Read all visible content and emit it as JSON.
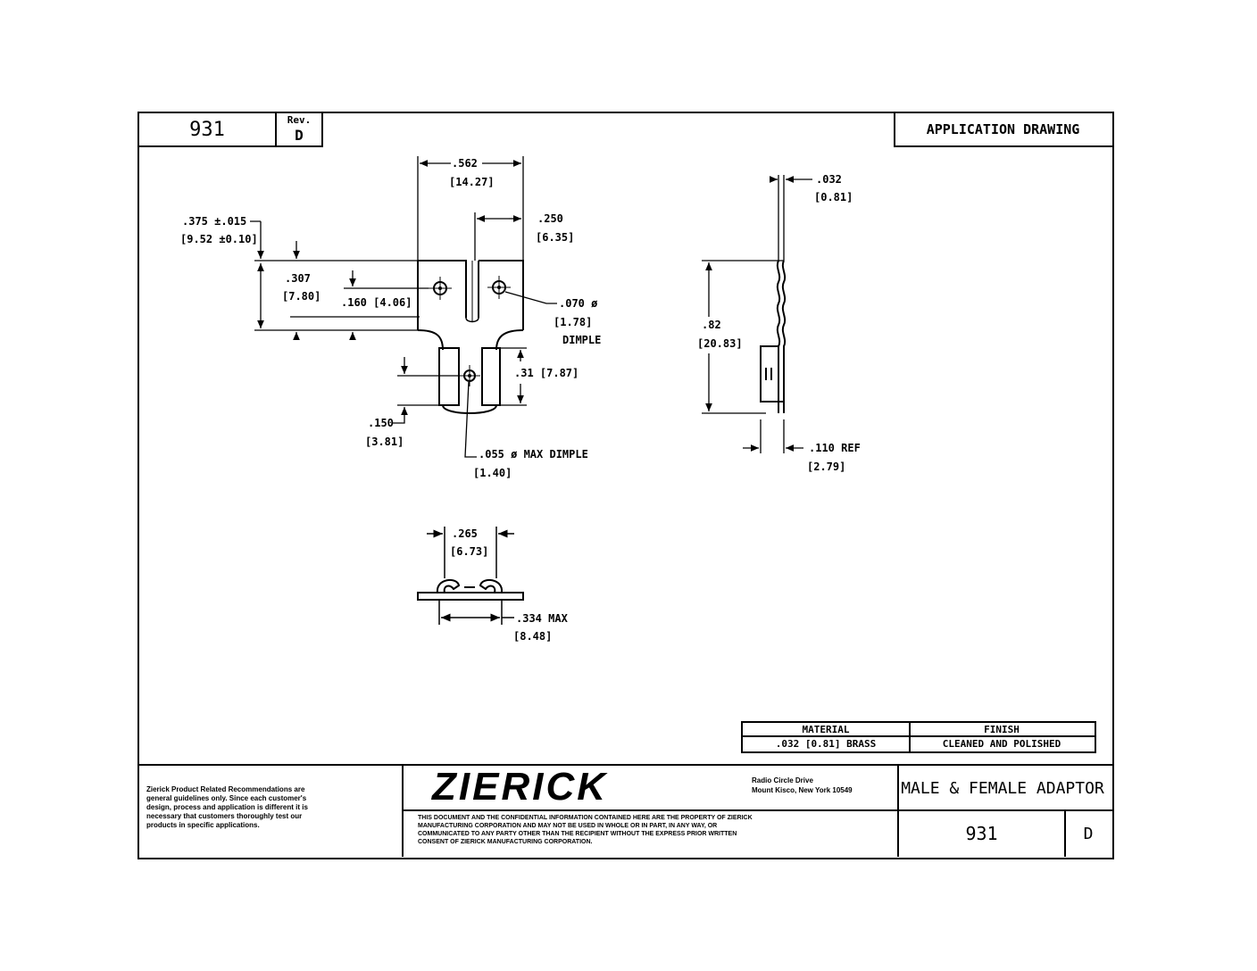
{
  "title_block": {
    "part_number": "931",
    "rev_label": "Rev.",
    "rev_value": "D",
    "drawing_type": "APPLICATION DRAWING"
  },
  "dimensions": {
    "overall_width": ".562",
    "overall_width_mm": "[14.27]",
    "tab_width": ".250",
    "tab_width_mm": "[6.35]",
    "tab_offset": ".375 ±.015",
    "tab_offset_mm": "[9.52 ±0.10]",
    "tab_length": ".307",
    "tab_length_mm": "[7.80]",
    "dimple_offset": ".160 [4.06]",
    "male_dimple_dia": ".070  ø",
    "male_dimple_dia_mm": "[1.78]",
    "male_dimple_label": "DIMPLE",
    "receptacle_length": ".31 [7.87]",
    "receptacle_offset": ".150",
    "receptacle_offset_mm": "[3.81]",
    "female_dimple_dia": ".055  ø  MAX DIMPLE",
    "female_dimple_dia_mm": "[1.40]",
    "thickness": ".032",
    "thickness_mm": "[0.81]",
    "overall_length": ".82",
    "overall_length_mm": "[20.83]",
    "receptacle_height": ".110 REF",
    "receptacle_height_mm": "[2.79]",
    "inner_width": ".265",
    "inner_width_mm": "[6.73]",
    "outer_width": ".334 MAX",
    "outer_width_mm": "[8.48]"
  },
  "spec_table": {
    "material_header": "MATERIAL",
    "finish_header": "FINISH",
    "material_value": ".032 [0.81]  BRASS",
    "finish_value": "CLEANED AND POLISHED"
  },
  "footer": {
    "disclaimer": "Zierick Product Related Recommendations are general guidelines only. Since each customer's design, process and application is different it is necessary that customers thoroughly test our products in specific applications.",
    "logo": "ZIERICK",
    "address_line1": "Radio Circle Drive",
    "address_line2": "Mount Kisco, New York 10549",
    "confidential": "THIS DOCUMENT AND THE CONFIDENTIAL INFORMATION CONTAINED HERE ARE THE PROPERTY OF ZIERICK MANUFACTURING CORPORATION AND MAY NOT BE USED IN WHOLE OR IN PART, IN ANY WAY, OR COMMUNICATED TO ANY PARTY OTHER THAN THE RECIPIENT WITHOUT THE EXPRESS PRIOR WRITTEN CONSENT OF ZIERICK MANUFACTURING CORPORATION.",
    "part_title": "MALE & FEMALE ADAPTOR",
    "part_number": "931",
    "revision": "D"
  }
}
